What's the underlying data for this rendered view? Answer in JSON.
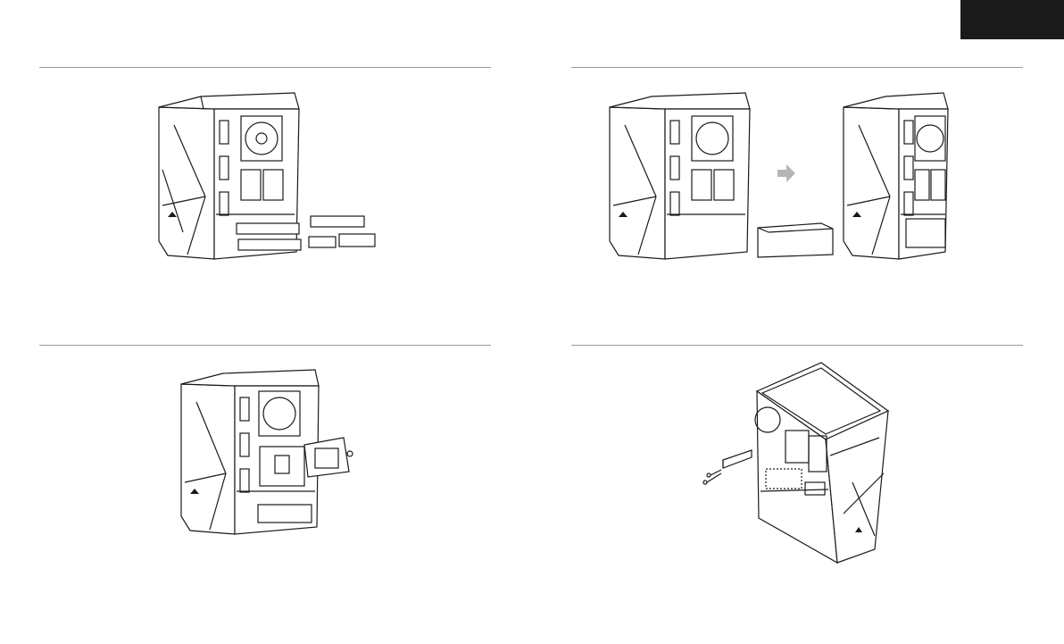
{
  "page": {
    "language_tab": ""
  },
  "steps": [
    {
      "id": "drive-removal",
      "figure": "case-rear-drive-cage-removal"
    },
    {
      "id": "psu-install",
      "figure": "case-before-after-psu"
    },
    {
      "id": "ssd-bracket",
      "figure": "case-rear-ssd-bracket"
    },
    {
      "id": "slot-cover",
      "figure": "case-interior-pci-slot-cover"
    }
  ],
  "colors": {
    "line": "#1a1a1a",
    "tab": "#1a1a1a",
    "arrow": "#b5b5b5",
    "rule": "#9a9a9a"
  }
}
